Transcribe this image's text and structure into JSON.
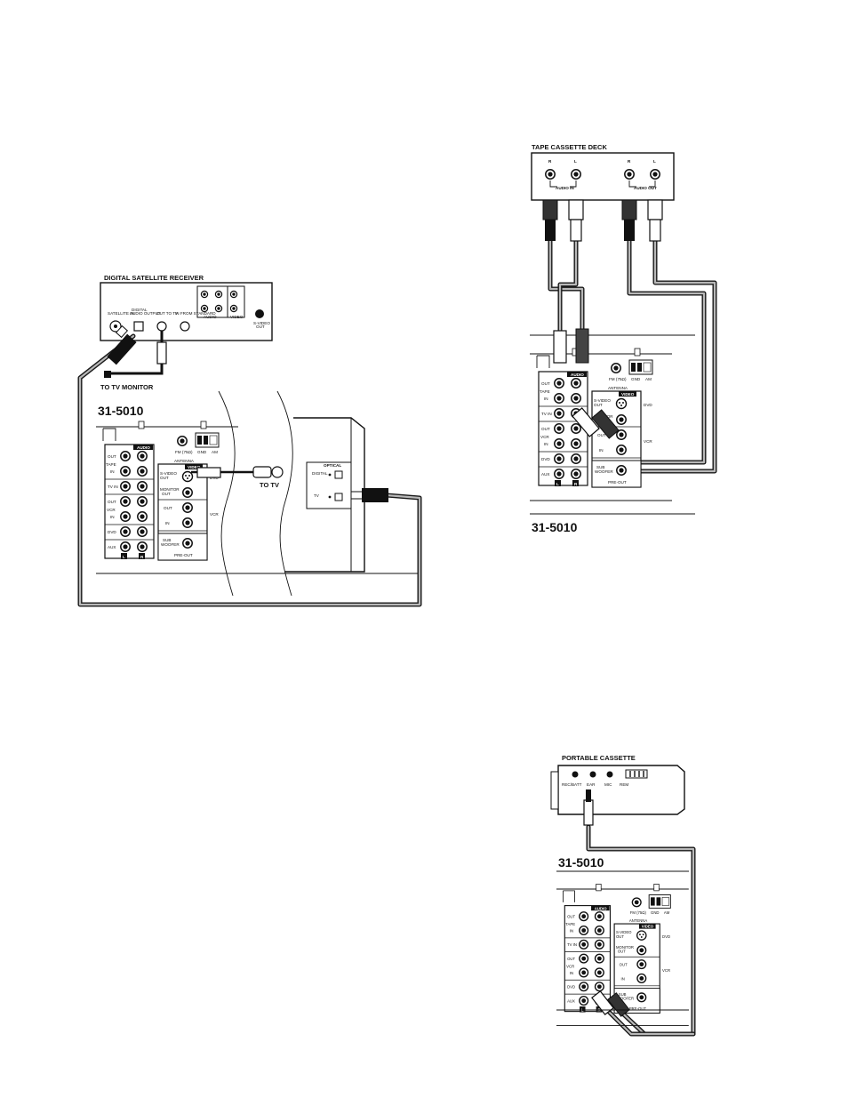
{
  "diagram_satellite": {
    "device_title": "DIGITAL SATELLITE RECEIVER",
    "jack_labels": [
      "SATELLITE IN",
      "DIGITAL AUDIO OUTPUT",
      "OUT TO TV",
      "IN FROM STANDARD TV ANTENNA",
      "AUDIO",
      "VIDEO",
      "S-VIDEO OUT"
    ],
    "to_tv_monitor": "TO TV MONITOR",
    "model": "31-5010",
    "to_tv": "TO TV",
    "optical_label": "OPTICAL"
  },
  "diagram_tape_deck": {
    "device_title": "TAPE CASSETTE DECK",
    "r_label": "R",
    "l_label": "L",
    "audio_in": "AUDIO IN",
    "audio_out": "AUDIO OUT",
    "model": "31-5010"
  },
  "diagram_portable": {
    "device_title": "PORTABLE CASSETTE",
    "jack_labels": [
      "REC/BATT",
      "EAR",
      "MIC",
      "REM"
    ],
    "model": "31-5010"
  },
  "receiver_panel": {
    "audio_header": "AUDIO",
    "video_header": "VIDEO",
    "antenna": "ANTENNA",
    "fm": "FM (75Ω)",
    "gnd": "GND",
    "am": "AM",
    "rows": [
      "OUT",
      "TAPE",
      "IN",
      "TV IN",
      "OUT",
      "VCR",
      "IN",
      "DVD",
      "AUX"
    ],
    "video_labels": [
      "S-VIDEO OUT",
      "MONITOR OUT",
      "OUT",
      "IN",
      "SUB WOOFER",
      "PRE-OUT"
    ],
    "channel_left": "L",
    "channel_right": "R"
  }
}
